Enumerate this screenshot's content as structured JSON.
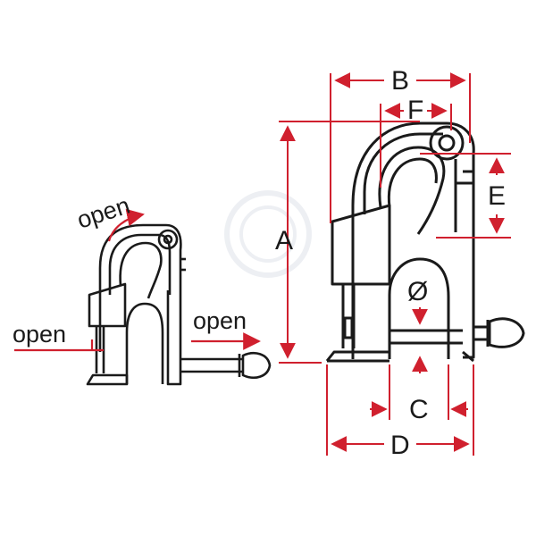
{
  "colors": {
    "outline": "#1a1a1a",
    "dimension": "#d0202e",
    "background": "#ffffff",
    "watermark": "#dfe3ea"
  },
  "dimension_labels": {
    "a": "A",
    "b": "B",
    "c": "C",
    "d": "D",
    "e": "E",
    "f": "F",
    "diameter": "Ø"
  },
  "open_labels": {
    "top": "open",
    "left": "open",
    "right": "open"
  },
  "watermark_icon": "logo-watermark"
}
